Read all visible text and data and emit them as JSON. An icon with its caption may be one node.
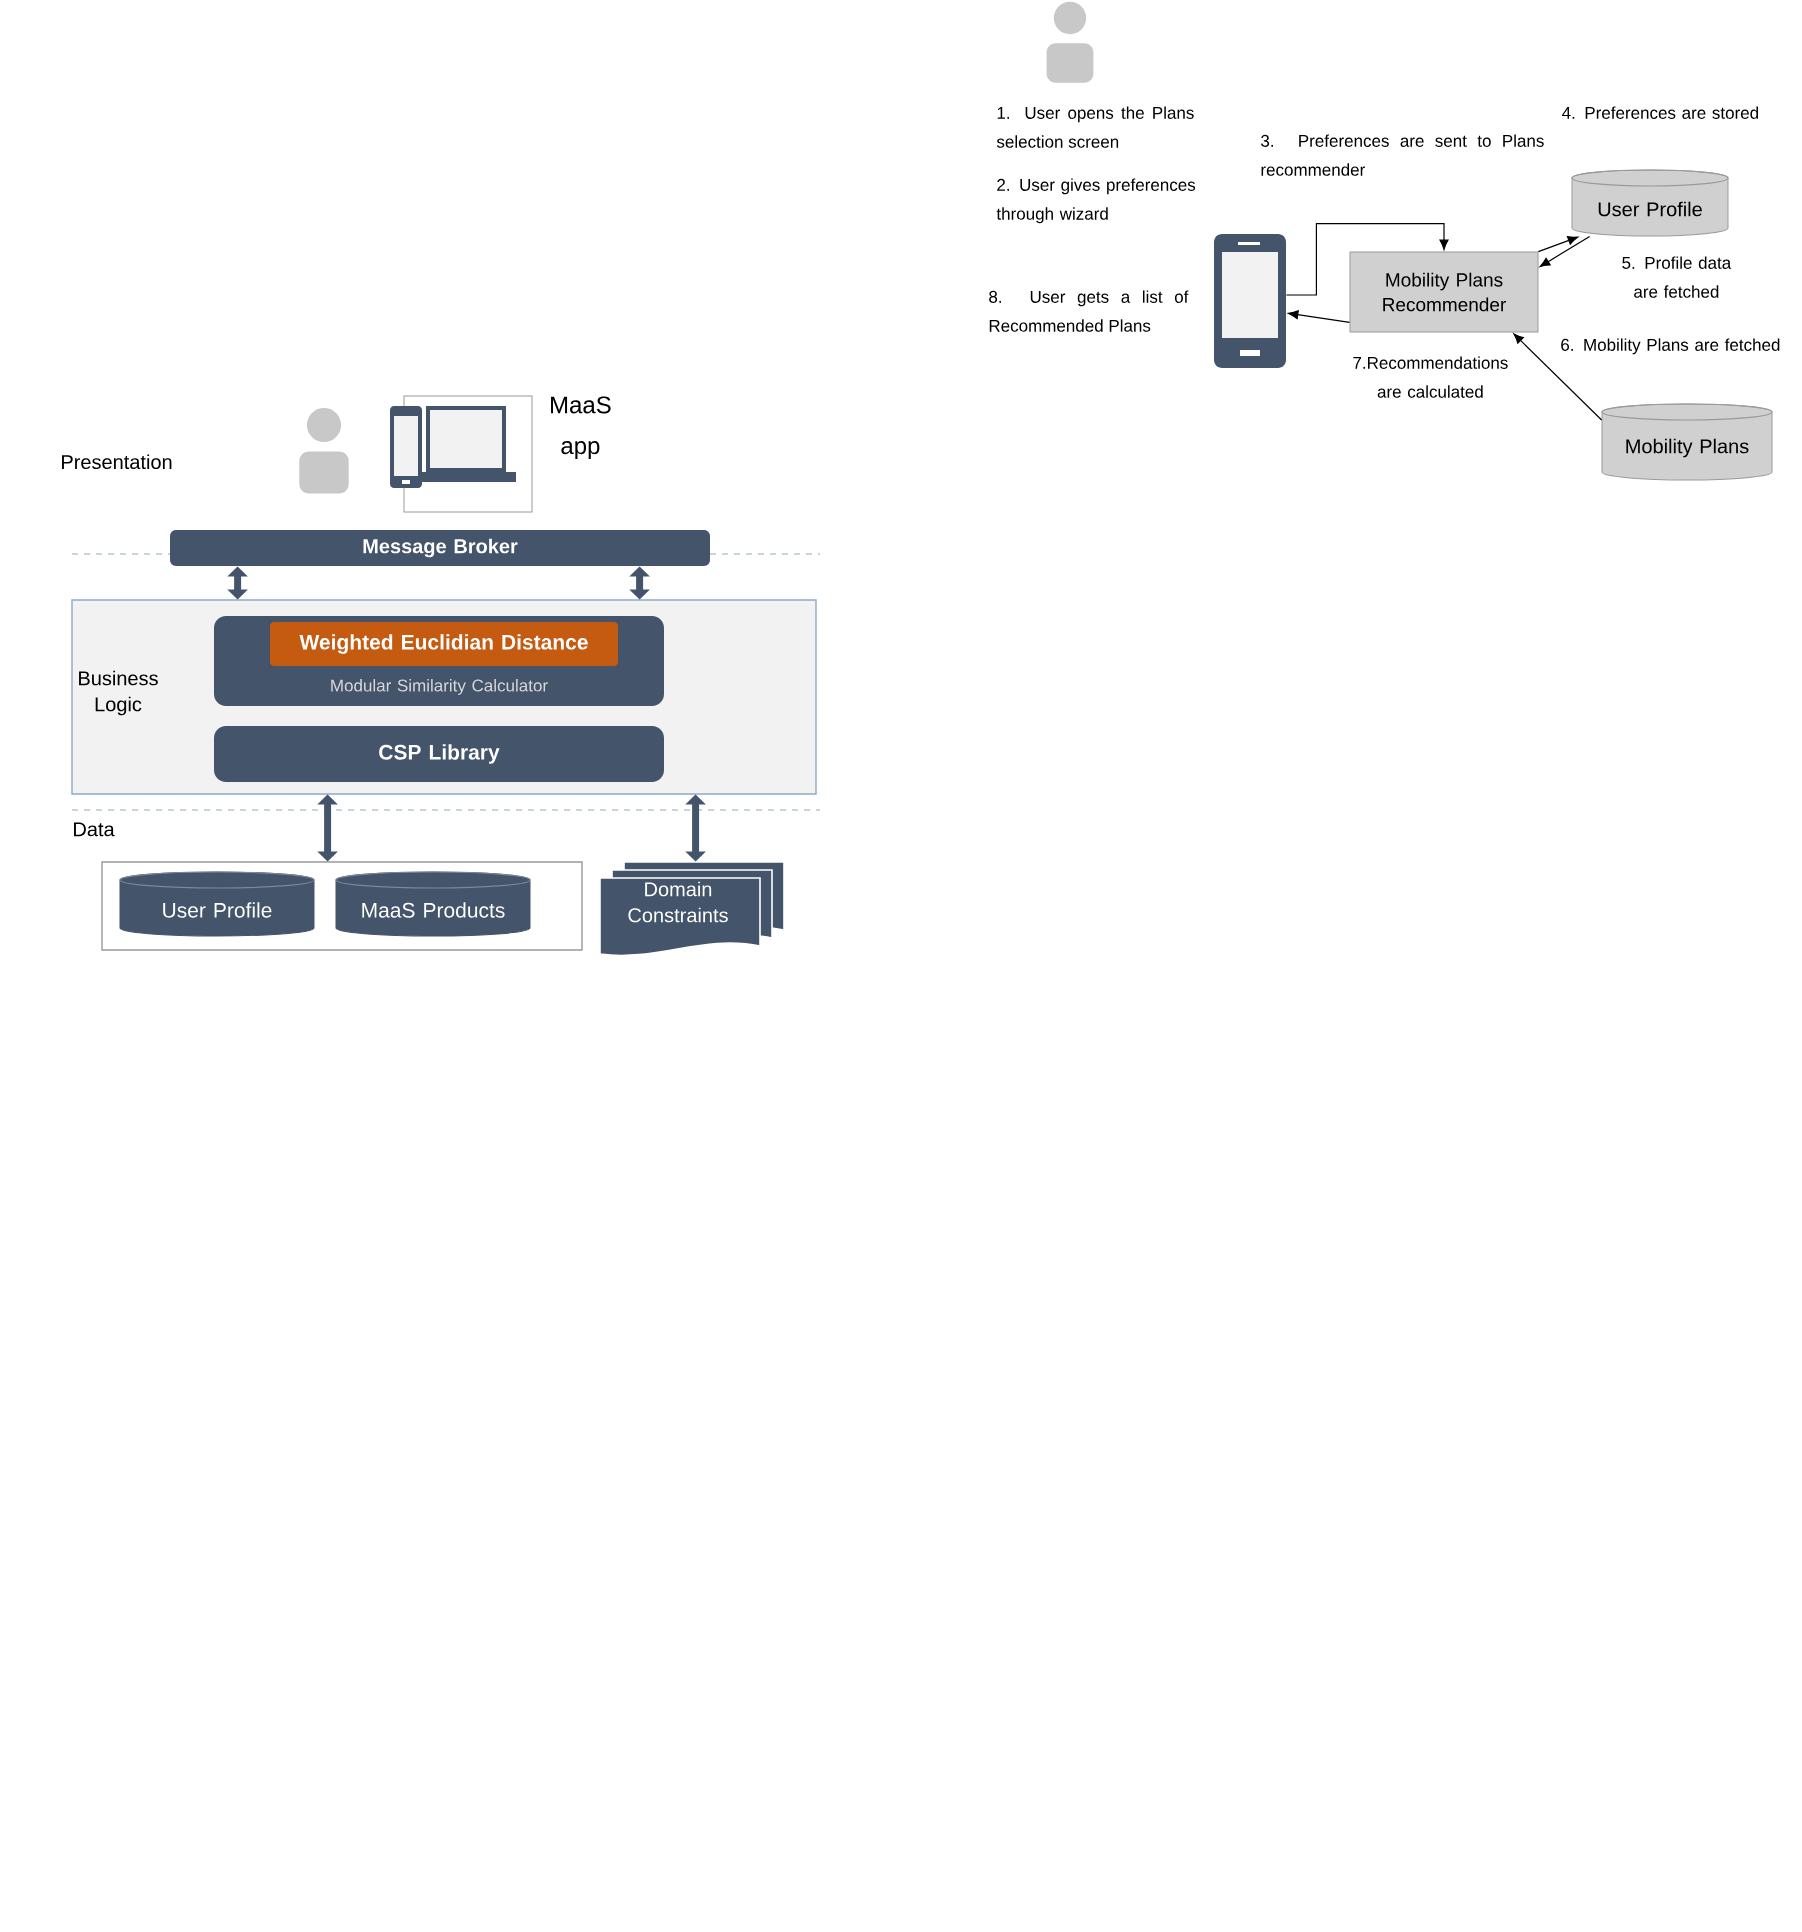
{
  "diagram": {
    "nodes": [
      {
        "text": [
          "Message Broker"
        ]
      },
      {
        "text": [
          "Business Logic"
        ]
      },
      {
        "text": [
          "Modular Similarity Calculator"
        ],
        "in": 1
      },
      {
        "text": [
          "Weighted Euclidian Distance"
        ],
        "in": 2
      },
      {
        "text": [
          "CSP Library"
        ],
        "in": 1
      },
      {
        "text": [],
        "shape": "box"
      },
      {
        "text": [
          "User Profile"
        ],
        "in": 5
      },
      {
        "text": [
          "MaaS Products"
        ],
        "in": 5
      },
      {
        "text": [
          "Domain Constraints"
        ]
      },
      {
        "text": [],
        "shape": "picture"
      },
      {
        "text": [
          "Mobility Plans Recommender"
        ]
      },
      {
        "text": [
          "User Profile"
        ]
      },
      {
        "text": [
          "Mobility Plans"
        ]
      }
    ],
    "edges": [
      {
        "from": 0,
        "to": 1,
        "arrow": "both",
        "style": "thick",
        "color": "#44546a"
      },
      {
        "from": 0,
        "to": 1,
        "arrow": "both",
        "style": "thick",
        "color": "#44546a"
      },
      {
        "from": 1,
        "to": 5,
        "arrow": "both",
        "style": "thick",
        "color": "#44546a"
      },
      {
        "from": 1,
        "to": 8,
        "arrow": "both",
        "style": "thick",
        "color": "#44546a"
      },
      {
        "from": 9,
        "to": 10,
        "arrow": "to",
        "color": "#000000"
      },
      {
        "from": 10,
        "to": 11,
        "arrow": "to",
        "color": "#000000"
      },
      {
        "from": 11,
        "to": 10,
        "arrow": "to",
        "color": "#000000"
      },
      {
        "from": 12,
        "to": 10,
        "arrow": "to",
        "color": "#000000"
      },
      {
        "from": 10,
        "to": 9,
        "arrow": "to",
        "color": "#000000"
      }
    ],
    "labels": [
      "Presentation",
      "MaaS app",
      "Data",
      "1. User opens the Plans selection screen",
      "2. User gives preferences through wizard",
      "3. Preferences are sent to Plans recommender",
      "4. Preferences are stored",
      "5. Profile data are fetched",
      "6. Mobility Plans are fetched",
      "7.Recommendations are calculated",
      "8. User gets a list of Recommended Plans"
    ]
  }
}
